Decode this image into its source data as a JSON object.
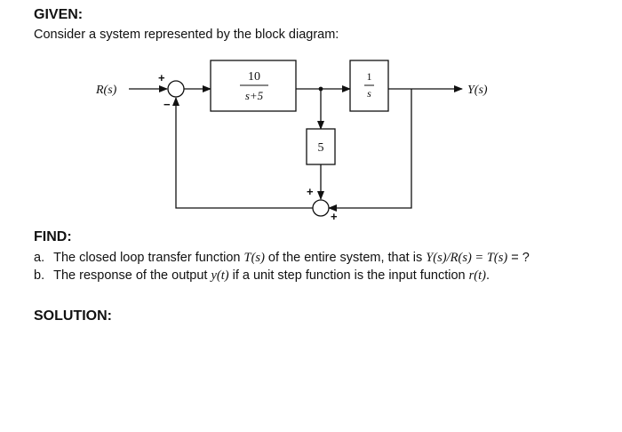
{
  "given": {
    "heading": "GIVEN:",
    "intro": "Consider a system represented by the block diagram:"
  },
  "diagram": {
    "input_label": "R(s)",
    "output_label": "Y(s)",
    "block1": {
      "numerator": "10",
      "denominator": "s+5"
    },
    "block2": {
      "numerator": "1",
      "denominator": "s"
    },
    "block3": {
      "value": "5"
    },
    "sum1_signs": {
      "top": "+",
      "bottom": "−"
    },
    "sum2_signs": {
      "top": "+",
      "right": "+"
    }
  },
  "find": {
    "heading": "FIND:",
    "items": [
      {
        "marker": "a.",
        "text_before": "The closed loop transfer function ",
        "math1": "T(s)",
        "text_middle": " of the entire system, that is ",
        "math2": "Y(s)/R(s) = T(s)",
        "text_after": " = ?"
      },
      {
        "marker": "b.",
        "text_before": "The response of the output ",
        "math1": "y(t)",
        "text_middle": " if a unit step function is the input function ",
        "math2": "r(t)",
        "text_after": "."
      }
    ]
  },
  "solution": {
    "heading": "SOLUTION:"
  }
}
